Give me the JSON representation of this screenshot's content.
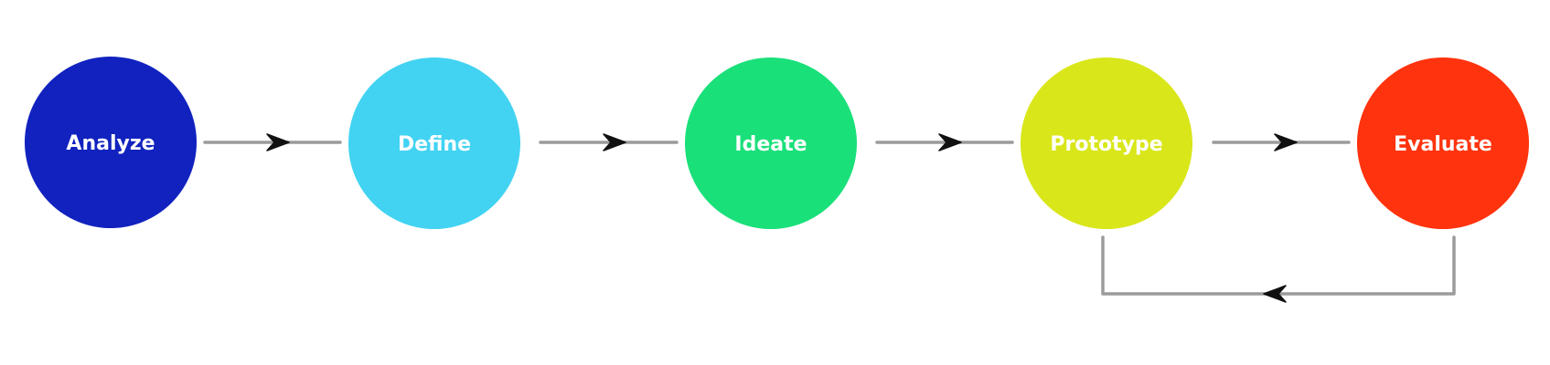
{
  "diagram": {
    "stages": [
      {
        "label": "Analyze",
        "color": "#1122bf"
      },
      {
        "label": "Define",
        "color": "#42d3f2"
      },
      {
        "label": "Ideate",
        "color": "#1ae07a"
      },
      {
        "label": "Prototype",
        "color": "#d9e61a"
      },
      {
        "label": "Evaluate",
        "color": "#ff330d"
      }
    ],
    "connections": [
      {
        "from": "Analyze",
        "to": "Define"
      },
      {
        "from": "Define",
        "to": "Ideate"
      },
      {
        "from": "Ideate",
        "to": "Prototype"
      },
      {
        "from": "Prototype",
        "to": "Evaluate"
      },
      {
        "from": "Evaluate",
        "to": "Prototype"
      }
    ],
    "connector_color": "#9b9b9b",
    "arrowhead_color": "#111111"
  }
}
